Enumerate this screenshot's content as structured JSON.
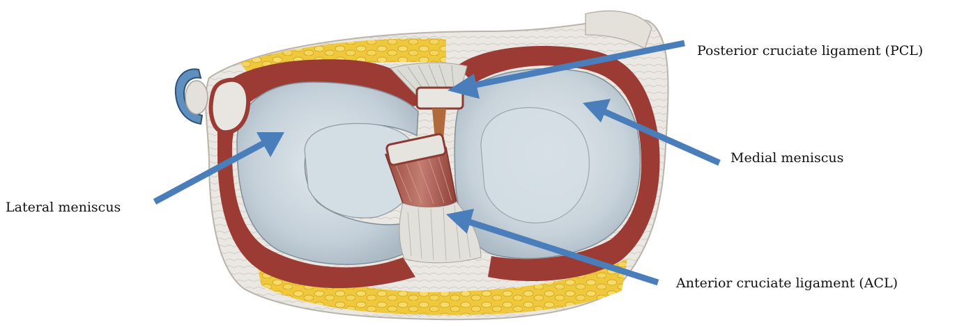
{
  "labels": {
    "pcl": "Posterior cruciate ligament (PCL)",
    "medial_meniscus": "Medial meniscus",
    "lateral_meniscus": "Lateral meniscus",
    "acl": "Anterior cruciate ligament (ACL)"
  },
  "colors": {
    "arrow": "#4a7ebb",
    "meniscus_red": "#9c3b33",
    "fat_yellow": "#ecc63a",
    "cartilage": "#c7d3dc",
    "capsule": "#e6e3de"
  }
}
